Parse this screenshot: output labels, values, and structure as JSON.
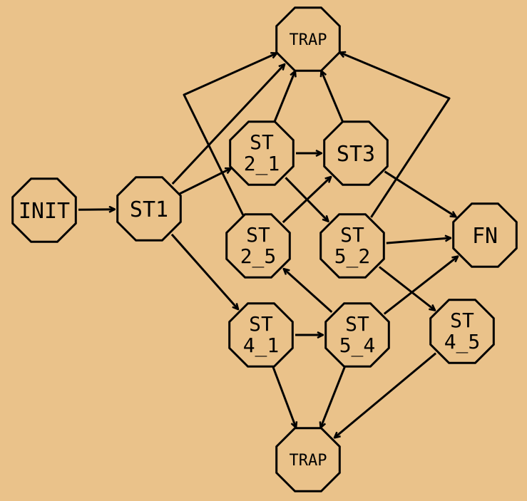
{
  "colors": {
    "background": "#EAC28A",
    "node_fill": "#EAC28A",
    "stroke": "#000000"
  },
  "nodes": [
    {
      "id": "init",
      "lines": [
        "INIT"
      ]
    },
    {
      "id": "st1",
      "lines": [
        "ST1"
      ]
    },
    {
      "id": "trap_top",
      "lines": [
        "TRAP"
      ]
    },
    {
      "id": "st2_1",
      "lines": [
        "ST",
        "2_1"
      ]
    },
    {
      "id": "st3",
      "lines": [
        "ST3"
      ]
    },
    {
      "id": "st2_5",
      "lines": [
        "ST",
        "2_5"
      ]
    },
    {
      "id": "st5_2",
      "lines": [
        "ST",
        "5_2"
      ]
    },
    {
      "id": "fn",
      "lines": [
        "FN"
      ]
    },
    {
      "id": "st4_1",
      "lines": [
        "ST",
        "4_1"
      ]
    },
    {
      "id": "st5_4",
      "lines": [
        "ST",
        "5_4"
      ]
    },
    {
      "id": "st4_5",
      "lines": [
        "ST",
        "4_5"
      ]
    },
    {
      "id": "trap_bot",
      "lines": [
        "TRAP"
      ]
    }
  ],
  "edges": [
    {
      "from": "init",
      "to": "st1"
    },
    {
      "from": "st1",
      "to": "trap_top"
    },
    {
      "from": "st1",
      "to": "st2_1"
    },
    {
      "from": "st1",
      "to": "st4_1"
    },
    {
      "from": "st2_1",
      "to": "trap_top"
    },
    {
      "from": "st2_1",
      "to": "st3"
    },
    {
      "from": "st2_1",
      "to": "st5_2"
    },
    {
      "from": "st3",
      "to": "trap_top"
    },
    {
      "from": "st3",
      "to": "fn"
    },
    {
      "from": "st2_5",
      "to": "trap_top"
    },
    {
      "from": "st2_5",
      "to": "st3"
    },
    {
      "from": "st5_2",
      "to": "trap_top"
    },
    {
      "from": "st5_2",
      "to": "fn"
    },
    {
      "from": "st5_2",
      "to": "st4_5"
    },
    {
      "from": "st4_1",
      "to": "st5_4"
    },
    {
      "from": "st4_1",
      "to": "trap_bot"
    },
    {
      "from": "st5_4",
      "to": "st2_5"
    },
    {
      "from": "st5_4",
      "to": "fn"
    },
    {
      "from": "st5_4",
      "to": "trap_bot"
    },
    {
      "from": "st4_5",
      "to": "trap_bot"
    }
  ]
}
